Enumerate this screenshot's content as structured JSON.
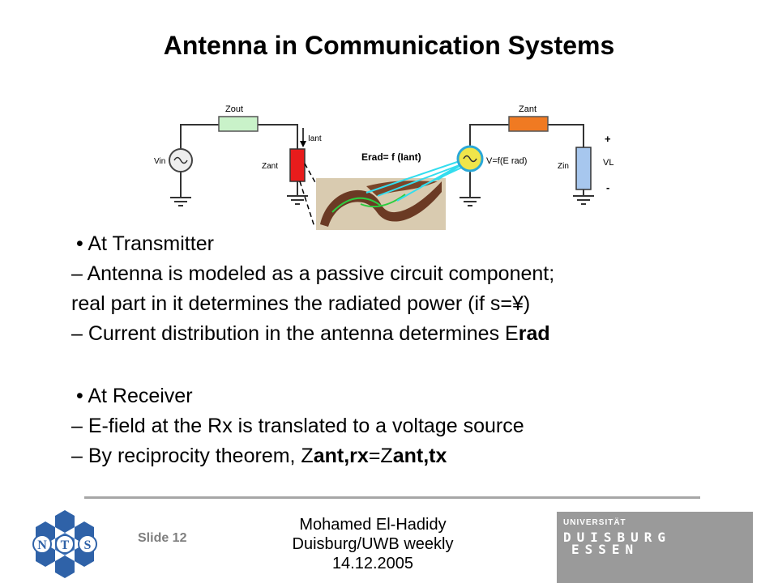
{
  "slide": {
    "title": "Antenna in Communication Systems",
    "diagram": {
      "labels": {
        "zout": "Zout",
        "vin": "Vin",
        "iant": "Iant",
        "zant_tx": "Zant",
        "erad": "Erad= f (Iant)",
        "zant_rx": "Zant",
        "v_rx": "V=f(E rad)",
        "zin": "Zin",
        "vl": "VL",
        "plus": "+",
        "minus": "-"
      }
    },
    "transmitter": {
      "heading": "At Transmitter",
      "line1": "– Antenna is modeled as a passive circuit component;",
      "line2": "real part in it determines the radiated power (if s=¥)",
      "line3_prefix": "– Current distribution in the antenna determines E",
      "line3_bold": "rad"
    },
    "receiver": {
      "heading": "At Receiver",
      "line1": "– E-field at the Rx is translated to a voltage source",
      "line2_prefix": "– By reciprocity theorem, Z",
      "line2_bold1": "ant,rx",
      "line2_mid": "=Z",
      "line2_bold2": "ant,tx"
    },
    "footer": {
      "slide_label": "Slide 12",
      "author": "Mohamed El-Hadidy",
      "event": "Duisburg/UWB weekly",
      "date": "14.12.2005",
      "nts_letters": [
        "N",
        "T",
        "S"
      ],
      "university_small": "UNIVERSITÄT",
      "university_line1": "DUISBURG",
      "university_line2": "ESSEN"
    }
  }
}
